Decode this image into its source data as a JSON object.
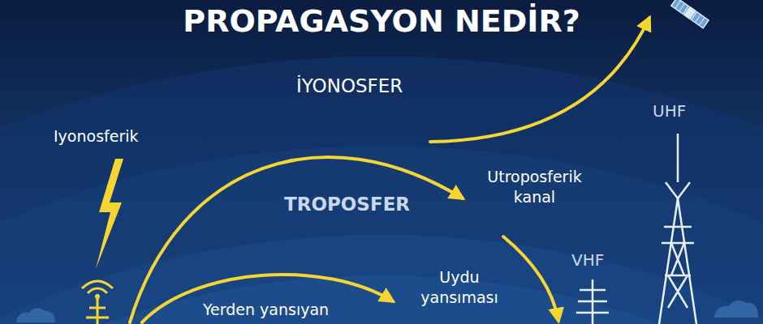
{
  "diagram": {
    "title": "PROPAGASYON NEDİR?",
    "labels": [
      "İYONOSFER",
      "Iyonosferik",
      "TROPOSFER",
      "Utroposferik kanal",
      "UHF",
      "VHF",
      "Uydu yansıması",
      "Yerden yansıyan"
    ]
  }
}
